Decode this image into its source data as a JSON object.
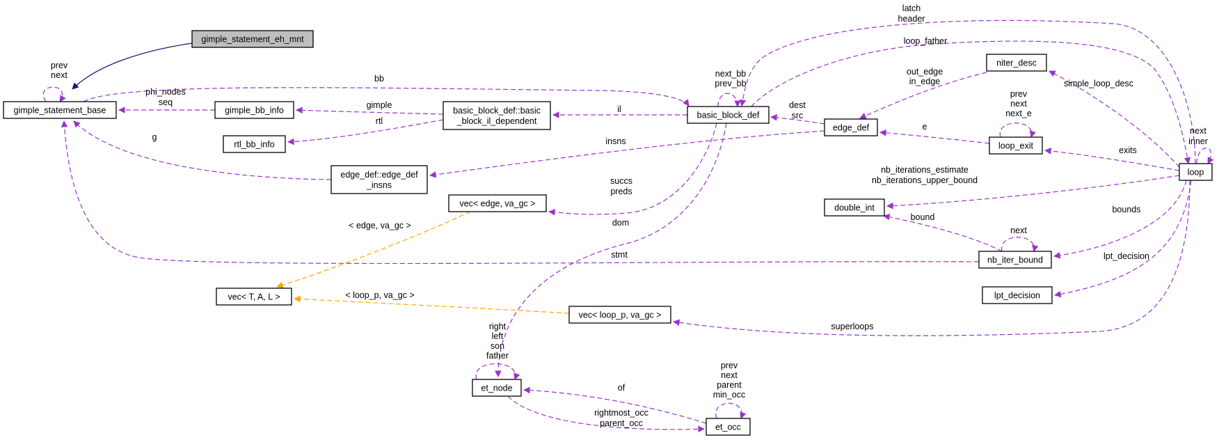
{
  "colors": {
    "usage": "#9a32cd",
    "template": "#ffa500",
    "inherit": "#191970"
  },
  "nodes": [
    {
      "id": "gsehm",
      "label": "gimple_statement_eh_mnt",
      "highlight": true
    },
    {
      "id": "gsb",
      "label": "gimple_statement_base"
    },
    {
      "id": "gbb",
      "label": "gimple_bb_info"
    },
    {
      "id": "rtlbb",
      "label": "rtl_bb_info"
    },
    {
      "id": "bbil",
      "label": "basic_block_def::basic\n_block_il_dependent"
    },
    {
      "id": "bbd",
      "label": "basic_block_def"
    },
    {
      "id": "edi",
      "label": "edge_def::edge_def\n_insns"
    },
    {
      "id": "vecedge",
      "label": "vec< edge, va_gc >"
    },
    {
      "id": "vecT",
      "label": "vec< T, A, L >"
    },
    {
      "id": "veclp",
      "label": "vec< loop_p, va_gc >"
    },
    {
      "id": "etnode",
      "label": "et_node"
    },
    {
      "id": "etocc",
      "label": "et_occ"
    },
    {
      "id": "edged",
      "label": "edge_def"
    },
    {
      "id": "niter",
      "label": "niter_desc"
    },
    {
      "id": "lexit",
      "label": "loop_exit"
    },
    {
      "id": "dint",
      "label": "double_int"
    },
    {
      "id": "nbib",
      "label": "nb_iter_bound"
    },
    {
      "id": "lptd",
      "label": "lpt_decision"
    },
    {
      "id": "loop",
      "label": "loop"
    }
  ],
  "edges": [
    {
      "id": "e-inherit",
      "kind": "inherit",
      "labels": []
    },
    {
      "id": "e-gsb-self",
      "kind": "usage",
      "labels": [
        "prev",
        "next"
      ]
    },
    {
      "id": "e-gbb-gsb",
      "kind": "usage",
      "labels": [
        "phi_nodes",
        "seq"
      ]
    },
    {
      "id": "e-gsb-bbd",
      "kind": "usage",
      "labels": [
        "bb"
      ]
    },
    {
      "id": "e-bbil-gbb",
      "kind": "usage",
      "labels": [
        "gimple"
      ]
    },
    {
      "id": "e-bbil-rtl",
      "kind": "usage",
      "labels": [
        "rtl"
      ]
    },
    {
      "id": "e-edi-gsb",
      "kind": "usage",
      "labels": [
        "g"
      ]
    },
    {
      "id": "e-nbib-gsb",
      "kind": "usage",
      "labels": [
        "stmt"
      ]
    },
    {
      "id": "e-bbd-bbil",
      "kind": "usage",
      "labels": [
        "il"
      ]
    },
    {
      "id": "e-bbd-self",
      "kind": "usage",
      "labels": [
        "next_bb",
        "prev_bb"
      ]
    },
    {
      "id": "e-loop-bbd-lh",
      "kind": "usage",
      "labels": [
        "latch",
        "header"
      ]
    },
    {
      "id": "e-bbd-loop-lf",
      "kind": "usage",
      "labels": [
        "loop_father"
      ]
    },
    {
      "id": "e-edged-bbd",
      "kind": "usage",
      "labels": [
        "dest",
        "src"
      ]
    },
    {
      "id": "e-bbd-vecedge",
      "kind": "usage",
      "labels": [
        "succs",
        "preds"
      ]
    },
    {
      "id": "e-bbd-etnode",
      "kind": "usage",
      "labels": [
        "dom"
      ]
    },
    {
      "id": "e-edged-edi",
      "kind": "usage",
      "labels": [
        "insns"
      ]
    },
    {
      "id": "e-vecedge-vecT",
      "kind": "template",
      "labels": [
        "< edge, va_gc >"
      ]
    },
    {
      "id": "e-veclp-vecT",
      "kind": "template",
      "labels": [
        "< loop_p, va_gc >"
      ]
    },
    {
      "id": "e-loop-veclp",
      "kind": "usage",
      "labels": [
        "superloops"
      ]
    },
    {
      "id": "e-etnode-self",
      "kind": "usage",
      "labels": [
        "right",
        "left",
        "son",
        "father"
      ]
    },
    {
      "id": "e-etocc-etnode",
      "kind": "usage",
      "labels": [
        "of"
      ]
    },
    {
      "id": "e-etnode-etocc",
      "kind": "usage",
      "labels": [
        "rightmost_occ",
        "parent_occ"
      ]
    },
    {
      "id": "e-etocc-self",
      "kind": "usage",
      "labels": [
        "prev",
        "next",
        "parent",
        "min_occ"
      ]
    },
    {
      "id": "e-niter-edged",
      "kind": "usage",
      "labels": [
        "out_edge",
        "in_edge"
      ]
    },
    {
      "id": "e-lexit-edged",
      "kind": "usage",
      "labels": [
        "e"
      ]
    },
    {
      "id": "e-lexit-self",
      "kind": "usage",
      "labels": [
        "prev",
        "next",
        "next_e"
      ]
    },
    {
      "id": "e-loop-niter",
      "kind": "usage",
      "labels": [
        "simple_loop_desc"
      ]
    },
    {
      "id": "e-loop-lexit",
      "kind": "usage",
      "labels": [
        "exits"
      ]
    },
    {
      "id": "e-loop-dint",
      "kind": "usage",
      "labels": [
        "nb_iterations_estimate",
        "nb_iterations_upper_bound"
      ]
    },
    {
      "id": "e-nbib-dint",
      "kind": "usage",
      "labels": [
        "bound"
      ]
    },
    {
      "id": "e-nbib-self",
      "kind": "usage",
      "labels": [
        "next"
      ]
    },
    {
      "id": "e-loop-nbib",
      "kind": "usage",
      "labels": [
        "bounds"
      ]
    },
    {
      "id": "e-loop-lptd",
      "kind": "usage",
      "labels": [
        "lpt_decision"
      ]
    },
    {
      "id": "e-loop-self",
      "kind": "usage",
      "labels": [
        "next",
        "inner"
      ]
    }
  ]
}
